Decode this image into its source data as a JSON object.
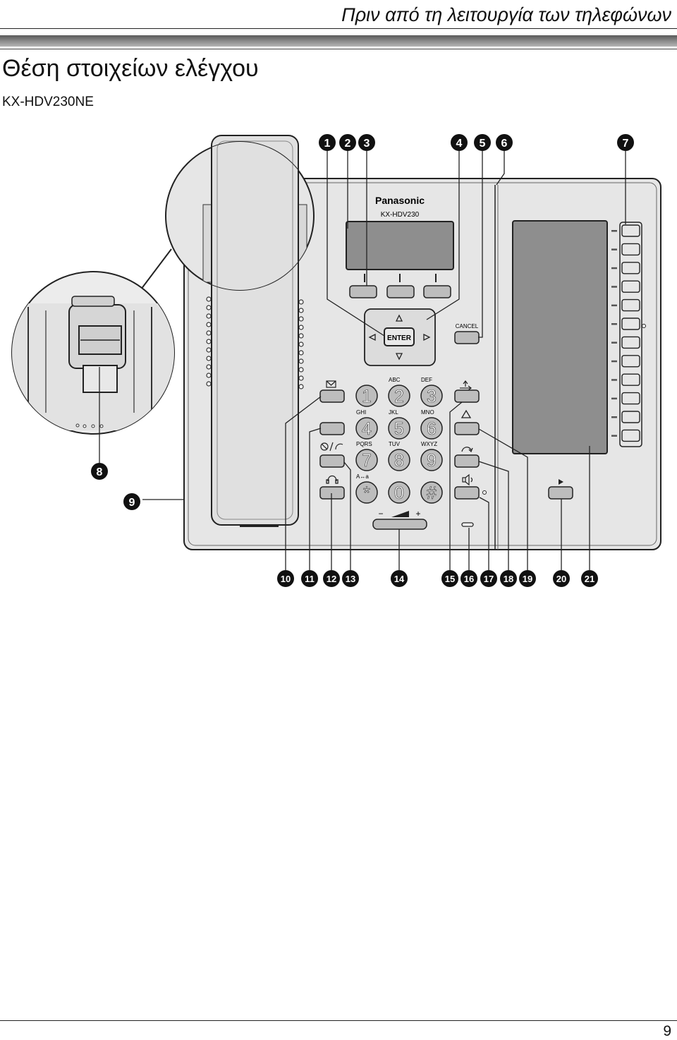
{
  "header": {
    "title": "Πριν από τη λειτουργία των τηλεφώνων"
  },
  "section": {
    "heading": "Θέση στοιχείων ελέγχου",
    "model": "KX-HDV230NE"
  },
  "device": {
    "brand": "Panasonic",
    "model_print": "KX-HDV230",
    "enter_label": "ENTER",
    "cancel_label": "CANCEL"
  },
  "keypad": [
    {
      "digit": "1",
      "letters": ""
    },
    {
      "digit": "2",
      "letters": "ABC"
    },
    {
      "digit": "3",
      "letters": "DEF"
    },
    {
      "digit": "4",
      "letters": "GHI"
    },
    {
      "digit": "5",
      "letters": "JKL"
    },
    {
      "digit": "6",
      "letters": "MNO"
    },
    {
      "digit": "7",
      "letters": "PQRS"
    },
    {
      "digit": "8",
      "letters": "TUV"
    },
    {
      "digit": "9",
      "letters": "WXYZ"
    },
    {
      "digit": "*",
      "letters": "A↔a"
    },
    {
      "digit": "0",
      "letters": ""
    },
    {
      "digit": "#",
      "letters": ""
    }
  ],
  "volume": {
    "minus": "−",
    "plus": "+"
  },
  "callouts": [
    "1",
    "2",
    "3",
    "4",
    "5",
    "6",
    "7",
    "8",
    "9",
    "10",
    "11",
    "12",
    "13",
    "14",
    "15",
    "16",
    "17",
    "18",
    "19",
    "20",
    "21"
  ],
  "page_number": "9",
  "colors": {
    "body": "#e6e6e6",
    "key": "#bdbdbd",
    "display": "#8e8e8e",
    "callout": "#111111"
  },
  "icons": [
    "message-icon",
    "conference-icon",
    "mute-icon",
    "headset-icon",
    "transfer-icon",
    "hold-icon",
    "redial-icon",
    "speaker-icon",
    "play-icon"
  ]
}
